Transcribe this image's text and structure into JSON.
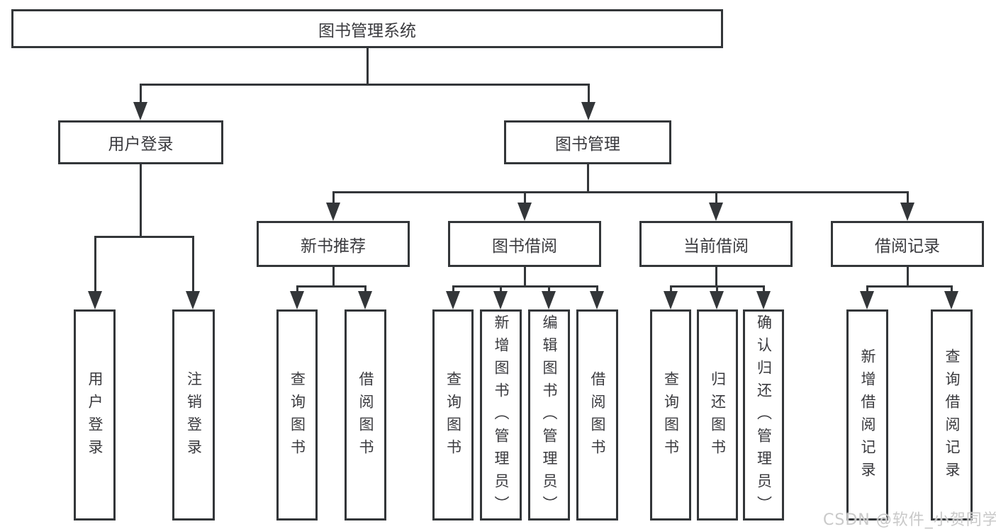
{
  "diagram": {
    "root": "图书管理系统",
    "branches": [
      {
        "label": "用户登录",
        "children": [
          "用户登录",
          "注销登录"
        ]
      },
      {
        "label": "图书管理",
        "groups": [
          {
            "label": "新书推荐",
            "children": [
              "查询图书",
              "借阅图书"
            ]
          },
          {
            "label": "图书借阅",
            "children": [
              "查询图书",
              "新增图书（管理员）",
              "编辑图书（管理员）",
              "借阅图书"
            ]
          },
          {
            "label": "当前借阅",
            "children": [
              "查询图书",
              "归还图书",
              "确认归还（管理员）"
            ]
          },
          {
            "label": "借阅记录",
            "children": [
              "新增借阅记录",
              "查询借阅记录"
            ]
          }
        ]
      }
    ]
  },
  "watermark": {
    "text": "CSDN @软件_小贺同学"
  },
  "colors": {
    "line": "#333639",
    "text": "#3a3a3e",
    "watermark": "#c9c9c9",
    "background": "#ffffff"
  }
}
